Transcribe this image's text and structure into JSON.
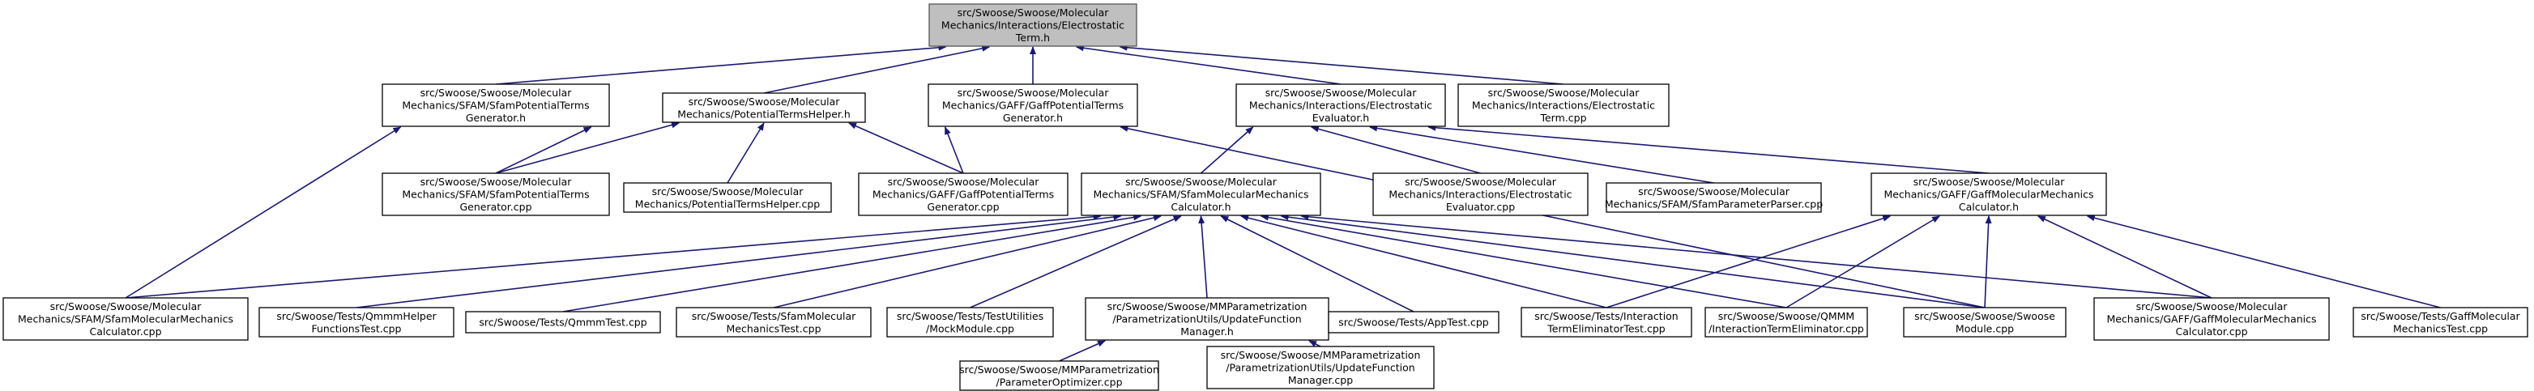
{
  "graph": {
    "colors": {
      "edge": "#191970",
      "node_border": "#000000",
      "focus_fill": "#bfbfbf",
      "node_fill": "#ffffff"
    },
    "nodes": {
      "root": [
        "src/Swoose/Swoose/Molecular",
        "Mechanics/Interactions/Electrostatic",
        "Term.h"
      ],
      "sfam_gen_h": [
        "src/Swoose/Swoose/Molecular",
        "Mechanics/SFAM/SfamPotentialTerms",
        "Generator.h"
      ],
      "pot_helper_h": [
        "src/Swoose/Swoose/Molecular",
        "Mechanics/PotentialTermsHelper.h"
      ],
      "gaff_gen_h": [
        "src/Swoose/Swoose/Molecular",
        "Mechanics/GAFF/GaffPotentialTerms",
        "Generator.h"
      ],
      "elec_eval_h": [
        "src/Swoose/Swoose/Molecular",
        "Mechanics/Interactions/Electrostatic",
        "Evaluator.h"
      ],
      "elec_term_cpp": [
        "src/Swoose/Swoose/Molecular",
        "Mechanics/Interactions/Electrostatic",
        "Term.cpp"
      ],
      "sfam_gen_cpp": [
        "src/Swoose/Swoose/Molecular",
        "Mechanics/SFAM/SfamPotentialTerms",
        "Generator.cpp"
      ],
      "pot_helper_cpp": [
        "src/Swoose/Swoose/Molecular",
        "Mechanics/PotentialTermsHelper.cpp"
      ],
      "gaff_gen_cpp": [
        "src/Swoose/Swoose/Molecular",
        "Mechanics/GAFF/GaffPotentialTerms",
        "Generator.cpp"
      ],
      "sfam_calc_h": [
        "src/Swoose/Swoose/Molecular",
        "Mechanics/SFAM/SfamMolecularMechanics",
        "Calculator.h"
      ],
      "elec_eval_cpp": [
        "src/Swoose/Swoose/Molecular",
        "Mechanics/Interactions/Electrostatic",
        "Evaluator.cpp"
      ],
      "sfam_param_cpp": [
        "src/Swoose/Swoose/Molecular",
        "Mechanics/SFAM/SfamParameterParser.cpp"
      ],
      "gaff_calc_h": [
        "src/Swoose/Swoose/Molecular",
        "Mechanics/GAFF/GaffMolecularMechanics",
        "Calculator.h"
      ],
      "sfam_calc_cpp": [
        "src/Swoose/Swoose/Molecular",
        "Mechanics/SFAM/SfamMolecularMechanics",
        "Calculator.cpp"
      ],
      "qmmm_helper_test": [
        "src/Swoose/Tests/QmmmHelper",
        "FunctionsTest.cpp"
      ],
      "qmmm_test": [
        "src/Swoose/Tests/QmmmTest.cpp"
      ],
      "sfam_mm_test": [
        "src/Swoose/Tests/SfamMolecular",
        "MechanicsTest.cpp"
      ],
      "mock_module": [
        "src/Swoose/Tests/TestUtilities",
        "/MockModule.cpp"
      ],
      "update_fn_h": [
        "src/Swoose/Swoose/MMParametrization",
        "/ParametrizationUtils/UpdateFunction",
        "Manager.h"
      ],
      "app_test": [
        "src/Swoose/Tests/AppTest.cpp"
      ],
      "interaction_test": [
        "src/Swoose/Tests/Interaction",
        "TermEliminatorTest.cpp"
      ],
      "qmmm_elim_cpp": [
        "src/Swoose/Swoose/QMMM",
        "/InteractionTermEliminator.cpp"
      ],
      "swoose_module_cpp": [
        "src/Swoose/Swoose/Swoose",
        "Module.cpp"
      ],
      "gaff_calc_cpp": [
        "src/Swoose/Swoose/Molecular",
        "Mechanics/GAFF/GaffMolecularMechanics",
        "Calculator.cpp"
      ],
      "gaff_mm_test": [
        "src/Swoose/Tests/GaffMolecular",
        "MechanicsTest.cpp"
      ],
      "param_opt_cpp": [
        "src/Swoose/Swoose/MMParametrization",
        "/ParameterOptimizer.cpp"
      ],
      "update_fn_cpp": [
        "src/Swoose/Swoose/MMParametrization",
        "/ParametrizationUtils/UpdateFunction",
        "Manager.cpp"
      ]
    }
  }
}
